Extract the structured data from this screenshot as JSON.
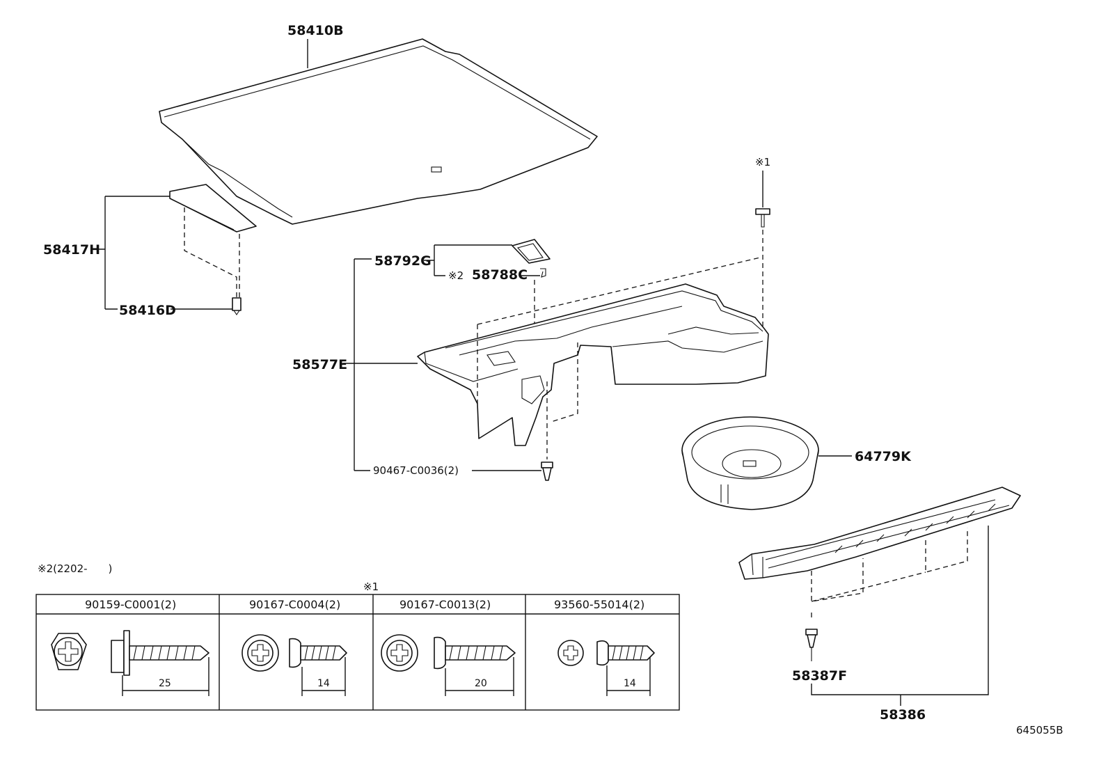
{
  "callouts": {
    "p58410B": "58410B",
    "p58417H": "58417H",
    "p58416D": "58416D",
    "p58792G": "58792G",
    "p58788C": "58788C",
    "p58788C_note": "※2",
    "p58577E": "58577E",
    "p90467": "90467-C0036(2)",
    "p64779K": "64779K",
    "p58387F": "58387F",
    "p58386": "58386",
    "note1_top": "※1"
  },
  "notes": {
    "note2": "※2(2202-　　)",
    "note1_table": "※1"
  },
  "fastener_table": {
    "columns": [
      {
        "part_no": "90159-C0001(2)",
        "length": "25"
      },
      {
        "part_no": "90167-C0004(2)",
        "length": "14"
      },
      {
        "part_no": "90167-C0013(2)",
        "length": "20"
      },
      {
        "part_no": "93560-55014(2)",
        "length": "14"
      }
    ]
  },
  "figure_ref": "645055B"
}
